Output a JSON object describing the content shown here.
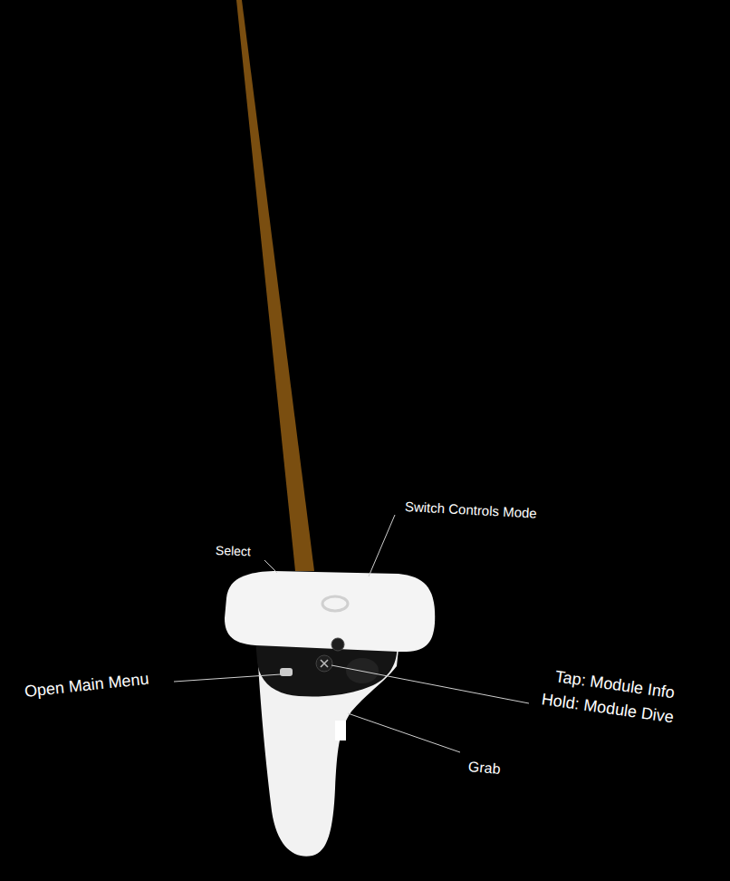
{
  "diagram": {
    "labels": [
      "Select",
      "Switch Controls Mode",
      "Open Main Menu",
      "Tap: Module Info",
      "Hold: Module Dive",
      "Grab"
    ]
  }
}
